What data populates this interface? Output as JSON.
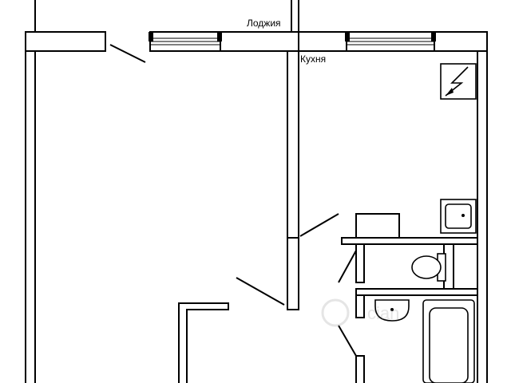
{
  "plan": {
    "rooms": {
      "loggia": "Лоджия",
      "kitchen": "Кухня"
    },
    "fixtures": [
      "window",
      "door",
      "stove",
      "sink",
      "toilet",
      "washbasin",
      "bathtub"
    ],
    "colors": {
      "wall": "#000000",
      "background": "#ffffff",
      "watermark": "#d8d8d8"
    }
  }
}
